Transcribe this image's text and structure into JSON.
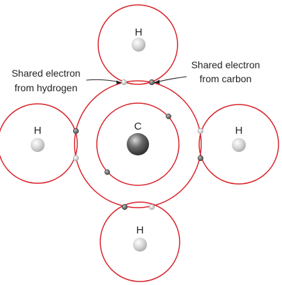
{
  "labels": {
    "hydrogen_symbol": "H",
    "carbon_symbol": "C",
    "shared_hydrogen_line1": "Shared electron",
    "shared_hydrogen_line2": "from hydrogen",
    "shared_carbon_line1": "Shared electron",
    "shared_carbon_line2": "from carbon"
  },
  "colors": {
    "orbit": "#d8232a",
    "hydrogen_electron": "#c8c8c8",
    "carbon_electron": "#6b6b6b",
    "text": "#231f20"
  }
}
